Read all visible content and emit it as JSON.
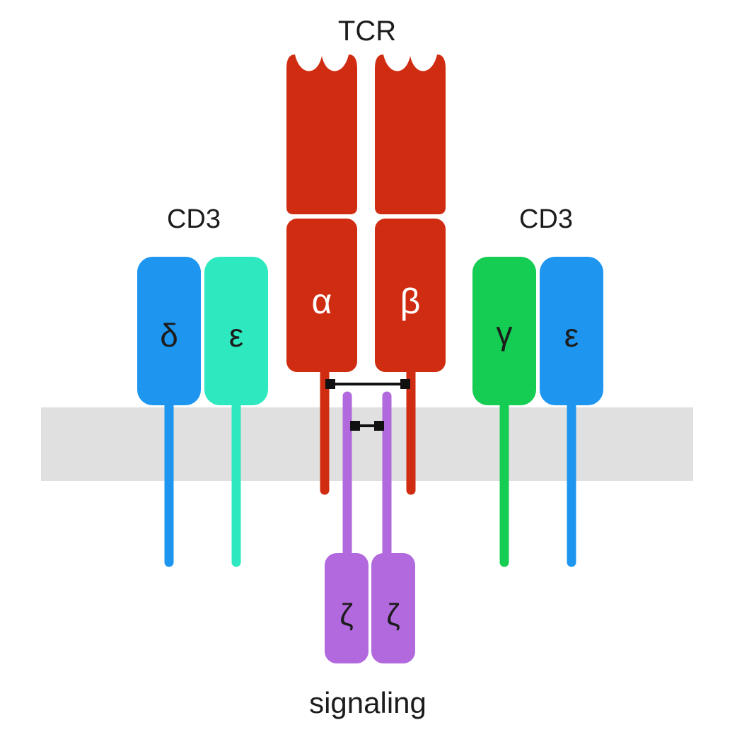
{
  "diagram": {
    "title": "TCR",
    "cd3_left_label": "CD3",
    "cd3_right_label": "CD3",
    "signaling_label": "signaling",
    "chains": {
      "alpha": "α",
      "beta": "β",
      "delta": "δ",
      "epsilon_left": "ε",
      "gamma": "γ",
      "epsilon_right": "ε",
      "zeta_left": "ζ",
      "zeta_right": "ζ"
    },
    "colors": {
      "red": "#d02c12",
      "blue": "#1e96f0",
      "turquoise": "#2ee9c0",
      "green": "#15cd52",
      "purple": "#b269dd",
      "membrane": "#e0e0e0",
      "bond": "#111111",
      "text": "#1c1c1c",
      "label_on_red": "#ffffff"
    }
  }
}
